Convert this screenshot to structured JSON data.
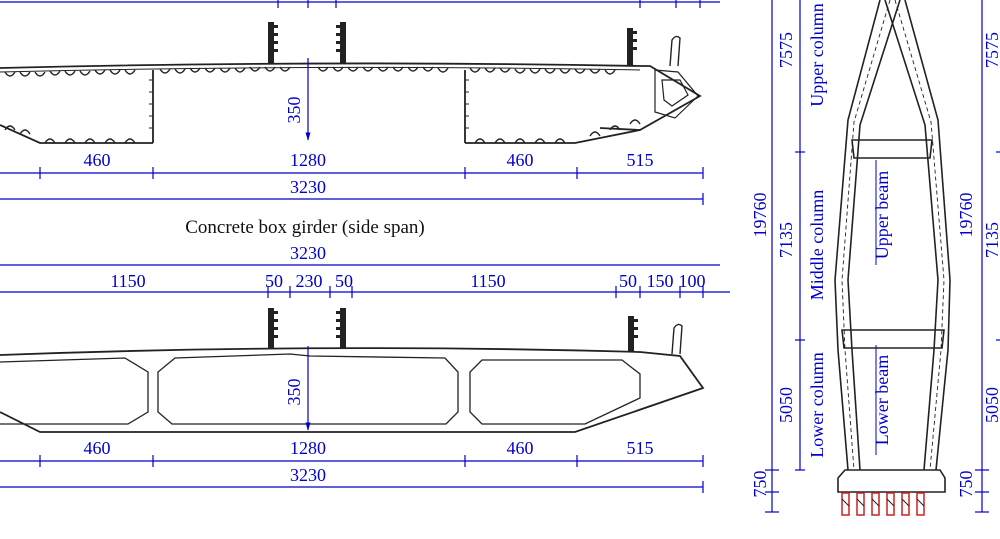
{
  "colors": {
    "dimension": "#0000cc",
    "outline": "#222222",
    "pile": "#cc2222"
  },
  "caption_side_span": "Concrete box girder (side span)",
  "top_section": {
    "bottom_dims": [
      "460",
      "1280",
      "460",
      "515"
    ],
    "total": "3230",
    "depth": "350"
  },
  "bottom_section": {
    "total_top": "3230",
    "top_dims": [
      "1150",
      "50",
      "230",
      "50",
      "1150",
      "50",
      "150",
      "100"
    ],
    "depth": "350",
    "bottom_dims": [
      "460",
      "1280",
      "460",
      "515"
    ],
    "total": "3230"
  },
  "tower": {
    "total_height": "19760",
    "upper_height": "7575",
    "middle_height": "7135",
    "lower_height": "5050",
    "base_height": "750",
    "labels": {
      "upper_column": "Upper column",
      "middle_column": "Middle column",
      "lower_column": "Lower column",
      "upper_beam": "Upper beam",
      "lower_beam": "Lower beam"
    }
  },
  "right_dims": {
    "total": "19760",
    "h1": "7575",
    "h2": "7135",
    "h3": "5050",
    "h4": "750"
  }
}
